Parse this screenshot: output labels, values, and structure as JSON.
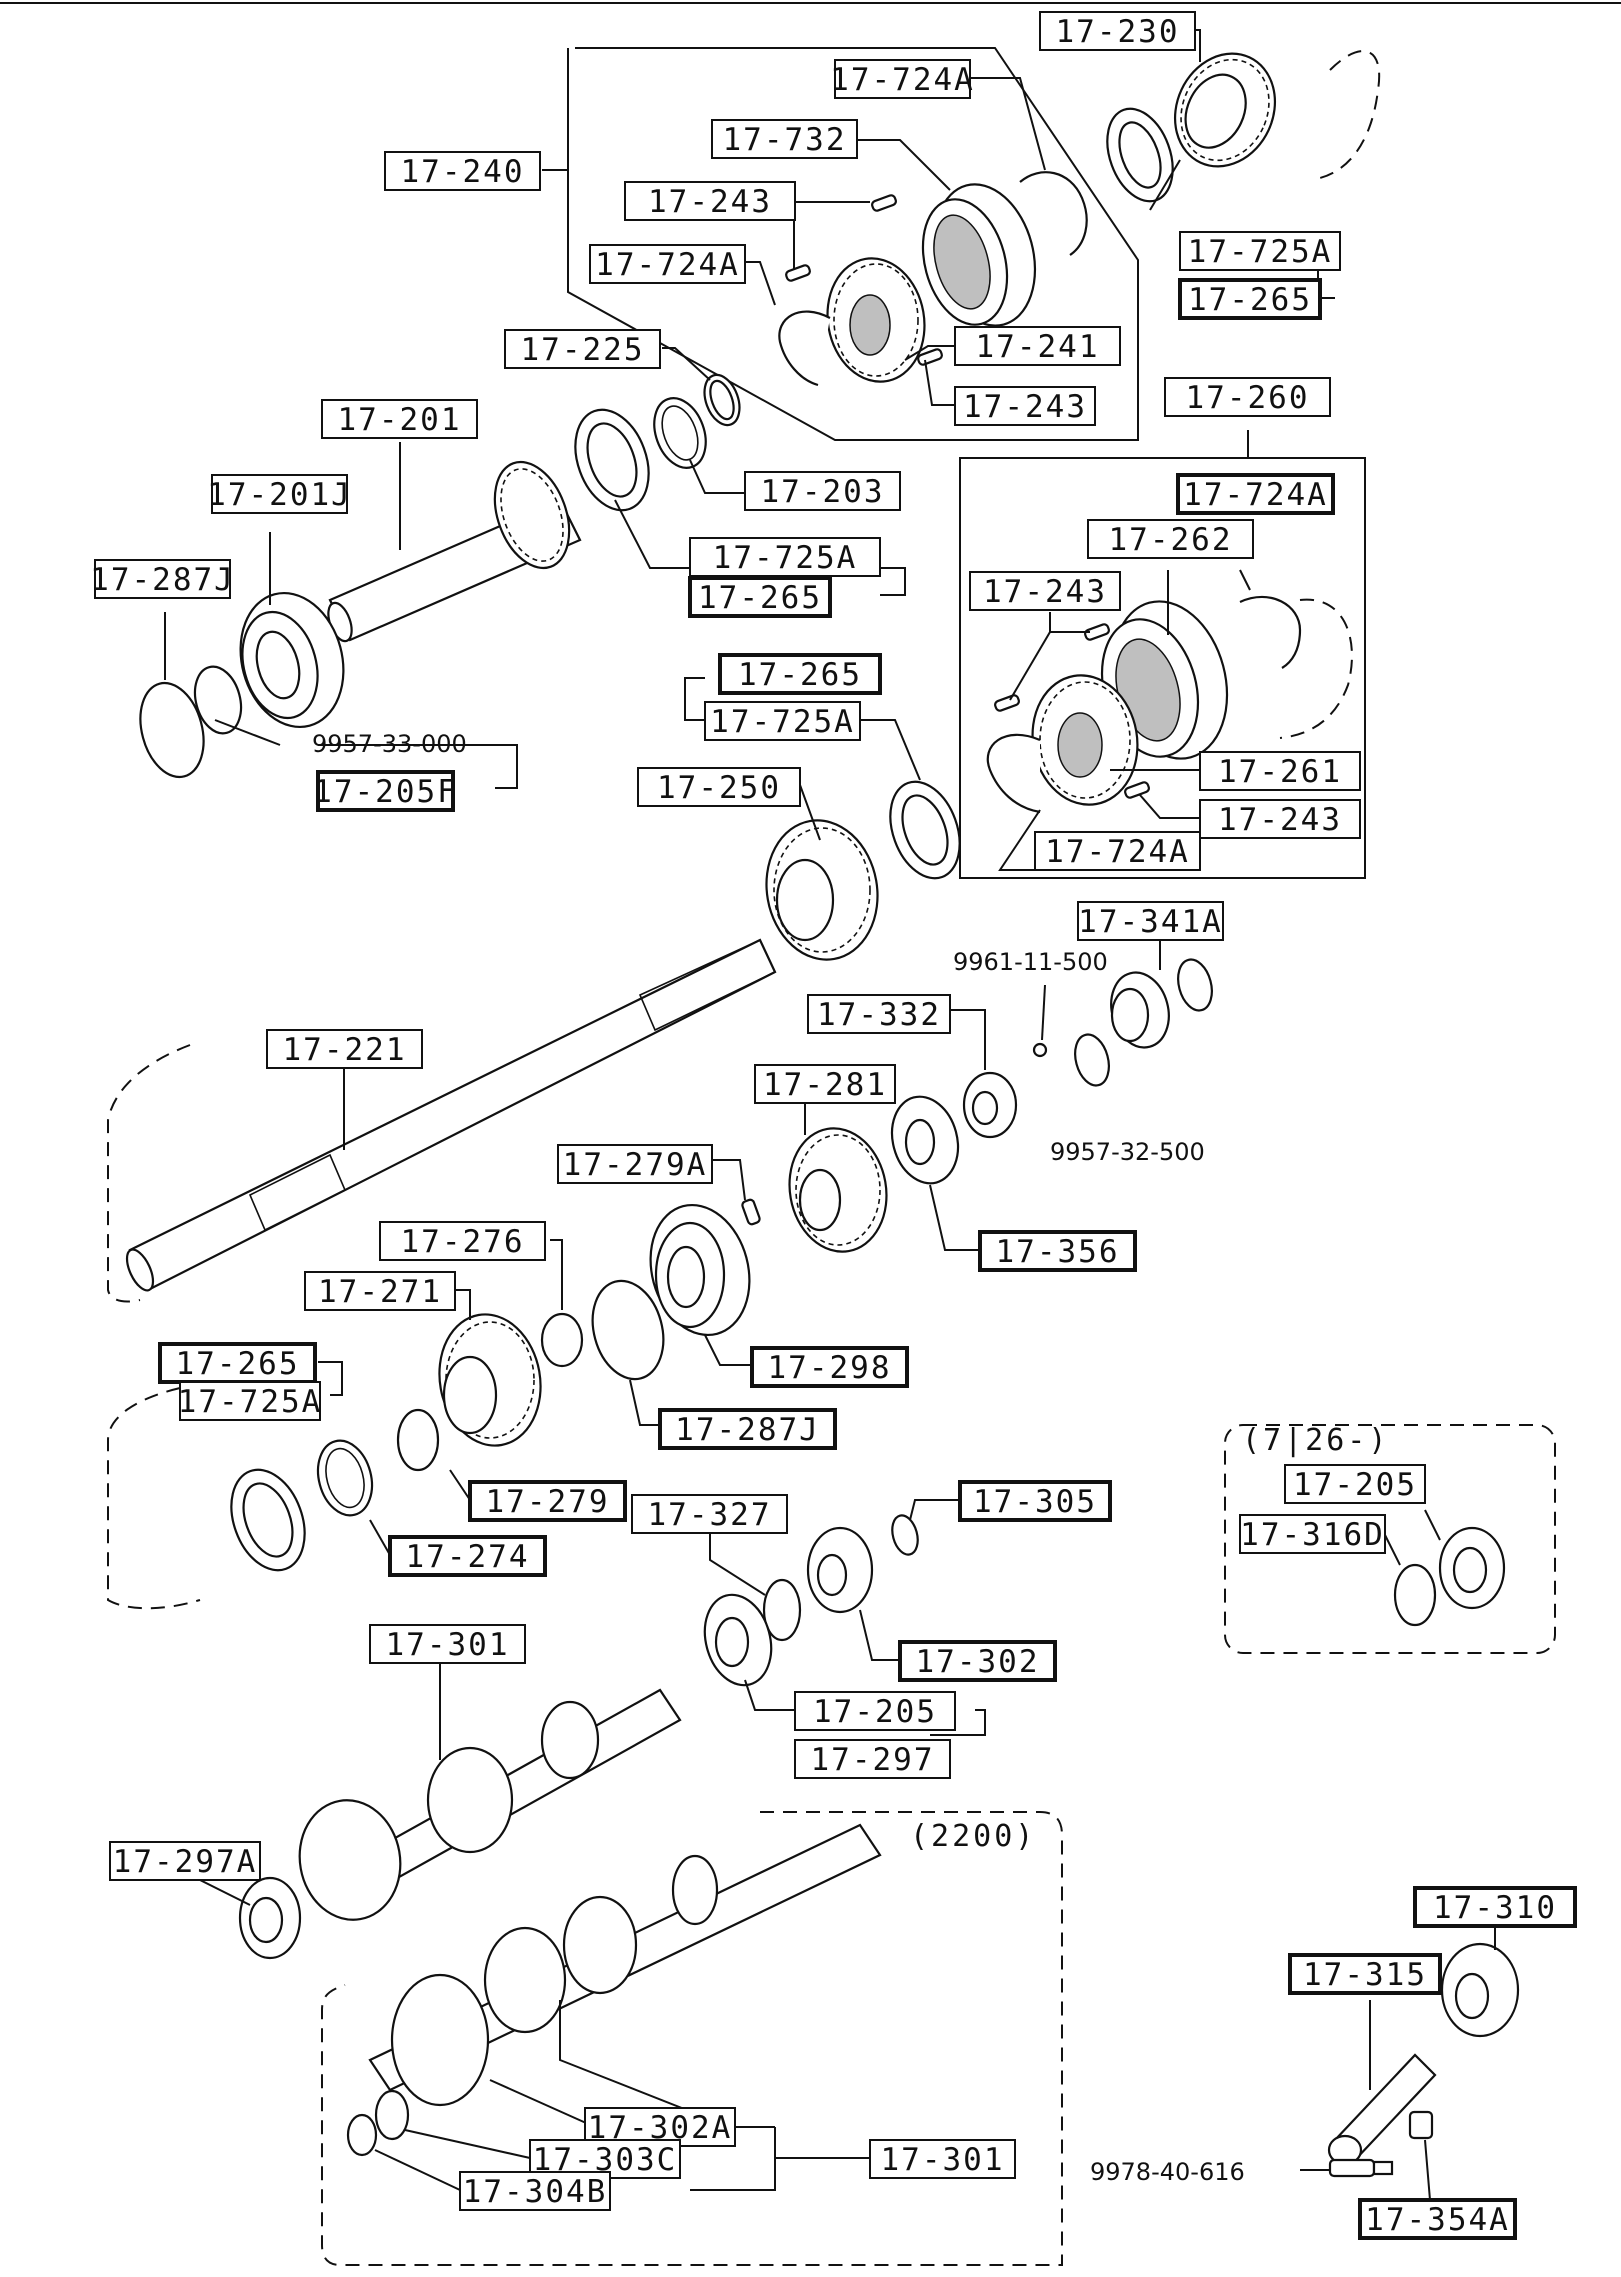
{
  "labels": [
    {
      "text": "17-230",
      "bold": false
    },
    {
      "text": "17-724A",
      "bold": false
    },
    {
      "text": "17-732",
      "bold": false
    },
    {
      "text": "17-240",
      "bold": false
    },
    {
      "text": "17-243",
      "bold": false
    },
    {
      "text": "17-724A",
      "bold": false
    },
    {
      "text": "17-725A",
      "bold": false
    },
    {
      "text": "17-265",
      "bold": true
    },
    {
      "text": "17-241",
      "bold": false
    },
    {
      "text": "17-243",
      "bold": false
    },
    {
      "text": "17-225",
      "bold": false
    },
    {
      "text": "17-260",
      "bold": false
    },
    {
      "text": "17-201",
      "bold": false
    },
    {
      "text": "17-203",
      "bold": false
    },
    {
      "text": "17-724A",
      "bold": true
    },
    {
      "text": "17-201J",
      "bold": false
    },
    {
      "text": "17-725A",
      "bold": false
    },
    {
      "text": "17-262",
      "bold": false
    },
    {
      "text": "17-287J",
      "bold": false
    },
    {
      "text": "17-265",
      "bold": true
    },
    {
      "text": "17-243",
      "bold": false
    },
    {
      "text": "17-265",
      "bold": true
    },
    {
      "text": "17-725A",
      "bold": false
    },
    {
      "text": "17-205F",
      "bold": true
    },
    {
      "text": "17-261",
      "bold": false
    },
    {
      "text": "17-250",
      "bold": false
    },
    {
      "text": "17-243",
      "bold": false
    },
    {
      "text": "17-724A",
      "bold": false
    },
    {
      "text": "17-341A",
      "bold": false
    },
    {
      "text": "17-332",
      "bold": false
    },
    {
      "text": "17-221",
      "bold": false
    },
    {
      "text": "17-281",
      "bold": false
    },
    {
      "text": "17-279A",
      "bold": false
    },
    {
      "text": "17-356",
      "bold": true
    },
    {
      "text": "17-276",
      "bold": false
    },
    {
      "text": "17-271",
      "bold": false
    },
    {
      "text": "17-298",
      "bold": true
    },
    {
      "text": "17-265",
      "bold": true
    },
    {
      "text": "17-725A",
      "bold": false
    },
    {
      "text": "17-287J",
      "bold": true
    },
    {
      "text": "17-205",
      "bold": false
    },
    {
      "text": "17-316D",
      "bold": false
    },
    {
      "text": "17-279",
      "bold": true
    },
    {
      "text": "17-327",
      "bold": false
    },
    {
      "text": "17-305",
      "bold": true
    },
    {
      "text": "17-274",
      "bold": true
    },
    {
      "text": "17-301",
      "bold": false
    },
    {
      "text": "17-302",
      "bold": true
    },
    {
      "text": "17-205",
      "bold": false
    },
    {
      "text": "17-297",
      "bold": false
    },
    {
      "text": "17-297A",
      "bold": false
    },
    {
      "text": "17-310",
      "bold": true
    },
    {
      "text": "17-315",
      "bold": true
    },
    {
      "text": "17-302A",
      "bold": false
    },
    {
      "text": "17-301",
      "bold": false
    },
    {
      "text": "17-303C",
      "bold": false
    },
    {
      "text": "17-304B",
      "bold": false
    },
    {
      "text": "17-354A",
      "bold": true
    }
  ],
  "plain_labels": [
    {
      "text": "9957-33-000"
    },
    {
      "text": "9961-11-500"
    },
    {
      "text": "9957-32-500"
    },
    {
      "text": "9978-40-616"
    }
  ],
  "group_labels": [
    {
      "text": "(7|26-)"
    },
    {
      "text": "(2200)"
    }
  ]
}
